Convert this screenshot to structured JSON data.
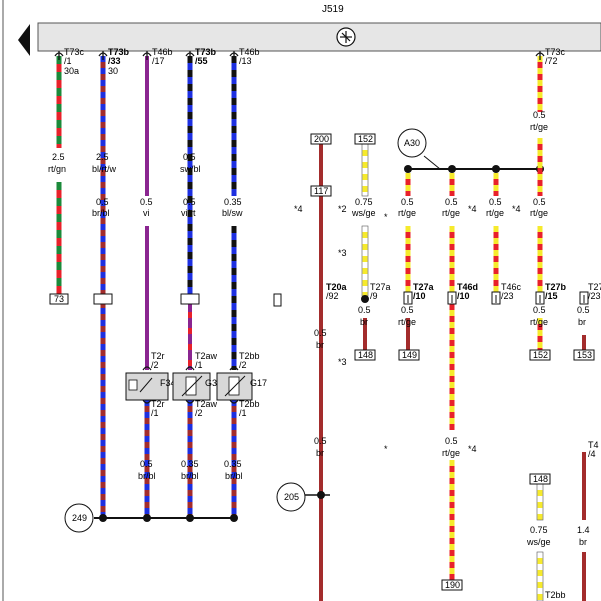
{
  "header": {
    "control_unit": "J519"
  },
  "top_pins": {
    "p1": {
      "conn": "T73c",
      "pin": "/1",
      "term": "30a"
    },
    "p2": {
      "conn": "T73b",
      "pin": "/33",
      "term": "30"
    },
    "p3": {
      "conn": "T46b",
      "pin": "/17"
    },
    "p4": {
      "conn": "T73b",
      "pin": "/55"
    },
    "p5": {
      "conn": "T46b",
      "pin": "/13"
    },
    "p6": {
      "conn": "T73c",
      "pin": "/72"
    }
  },
  "wire_labels": {
    "w1": {
      "size": "2.5",
      "color": "rt/gn"
    },
    "w2a": {
      "size": "2.5",
      "color": "bl/rt/w"
    },
    "w2b": {
      "size": "0.5",
      "color": "br/bl"
    },
    "w3": {
      "size": "0.5",
      "color": "vi"
    },
    "w4a": {
      "size": "0.5",
      "color": "sw/bl"
    },
    "w4b": {
      "size": "0.5",
      "color": "vi/rt"
    },
    "w5": {
      "size": "0.35",
      "color": "bl/sw"
    },
    "w6": {
      "size": "0.75",
      "color": "ws/ge"
    },
    "w7": {
      "size": "0.5",
      "color": "rt/ge"
    },
    "w8": {
      "size": "0.5",
      "color": "rt/ge"
    },
    "w9": {
      "size": "0.5",
      "color": "rt/ge"
    },
    "w10": {
      "size": "0.5",
      "color": "rt/ge"
    },
    "w11": {
      "size": "0.5",
      "color": "rt/ge"
    },
    "w12": {
      "size": "0.5",
      "color": "br"
    },
    "w13": {
      "size": "0.5",
      "color": "rt/ge"
    },
    "w14": {
      "size": "0.5",
      "color": "rt/ge"
    },
    "w15": {
      "size": "0.5",
      "color": "br"
    },
    "w16": {
      "size": "0.5",
      "color": "br"
    },
    "w17": {
      "size": "0.5",
      "color": "br"
    },
    "w18": {
      "size": "0.5",
      "color": "rt/ge"
    },
    "w19": {
      "size": "0.5",
      "color": "br/bl"
    },
    "w20": {
      "size": "0.35",
      "color": "br/bl"
    },
    "w21": {
      "size": "0.35",
      "color": "br/bl"
    },
    "w22": {
      "size": "0.75",
      "color": "ws/ge"
    },
    "w23": {
      "size": "1.4",
      "color": "br"
    }
  },
  "boxes": {
    "b200": "200",
    "b152a": "152",
    "b117": "117",
    "b148a": "148",
    "b149": "149",
    "b152b": "152",
    "b153": "153",
    "b148b": "148",
    "b190": "190",
    "b73": "73"
  },
  "circles": {
    "c_a30": "A30",
    "c_205": "205",
    "c_249": "249"
  },
  "connectors": {
    "t20a": "T20a",
    "t20a_pin": "/92",
    "t27a1": "T27a",
    "t27a1_pin": "/9",
    "t27a2": "T27a",
    "t27a2_pin": "/10",
    "t46d": "T46d",
    "t46d_pin": "/10",
    "t46c": "T46c",
    "t46c_pin": "/23",
    "t27b": "T27b",
    "t27b_pin": "/15",
    "t27x": "T27",
    "t27x_pin": "/23",
    "t4x": "T4",
    "t4x_pin": "/4",
    "t2bb_bottom": "T2bb"
  },
  "components": {
    "f34": {
      "name": "F34",
      "top": "T2r",
      "top_pin": "/2",
      "bot": "T2r",
      "bot_pin": "/1"
    },
    "g33": {
      "name": "G33",
      "top": "T2aw",
      "top_pin": "/1",
      "bot": "T2aw",
      "bot_pin": "/2"
    },
    "g17": {
      "name": "G17",
      "top": "T2bb",
      "top_pin": "/2",
      "bot": "T2bb",
      "bot_pin": "/1"
    }
  },
  "notes": {
    "star4": "*4",
    "star2": "*2",
    "star3": "*3",
    "star": "*"
  },
  "colors": {
    "rt": "#e8212a",
    "gn": "#1b8a3a",
    "bl": "#1d2fe0",
    "br": "#a32c2c",
    "vi": "#8a2590",
    "sw": "#111111",
    "ws": "#ffffff",
    "ge": "#f6ea2c",
    "frame": "#e6e6e6"
  }
}
